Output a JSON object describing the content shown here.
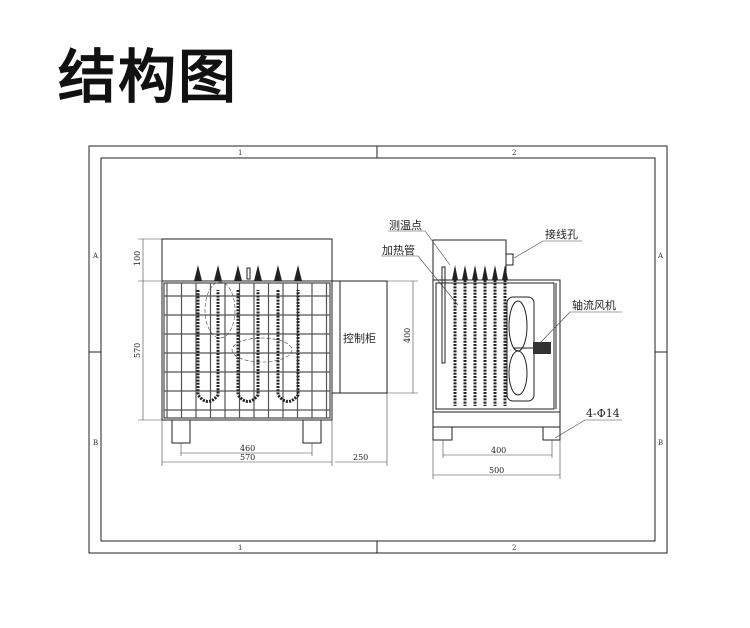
{
  "title": "结构图",
  "frame": {
    "columns": [
      "1",
      "2"
    ],
    "rows": [
      "A",
      "B"
    ]
  },
  "front_view": {
    "control_cabinet": "控制柜",
    "dims": {
      "top_height": "100",
      "body_height": "570",
      "cabinet_height": "400",
      "leg_span": "460",
      "width": "570",
      "cabinet_width": "250"
    }
  },
  "side_view": {
    "labels": {
      "temp_point": "测温点",
      "heating_tube": "加热管",
      "wiring_hole": "接线孔",
      "axial_fan": "轴流风机",
      "holes": "4-Φ14"
    },
    "dims": {
      "leg_span": "400",
      "width": "500"
    }
  }
}
